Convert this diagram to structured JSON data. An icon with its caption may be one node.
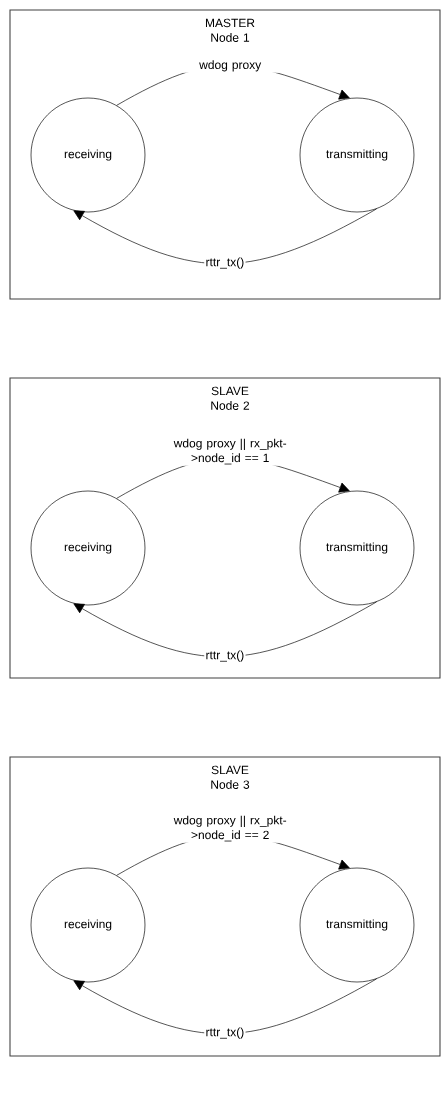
{
  "diagram": {
    "nodes": [
      {
        "text": [
          "MASTER Node 1"
        ]
      },
      {
        "text": [
          "receiving"
        ],
        "in": 0
      },
      {
        "text": [
          "transmitting"
        ],
        "in": 0
      },
      {
        "text": [
          "SLAVE Node 2"
        ]
      },
      {
        "text": [
          "receiving"
        ],
        "in": 3
      },
      {
        "text": [
          "transmitting"
        ],
        "in": 3
      },
      {
        "text": [
          "SLAVE Node 3"
        ]
      },
      {
        "text": [
          "receiving"
        ],
        "in": 6
      },
      {
        "text": [
          "transmitting"
        ],
        "in": 6
      }
    ],
    "edges": [
      {
        "from": 1,
        "to": 2,
        "arrow": "to",
        "label": "wdog proxy"
      },
      {
        "from": 2,
        "to": 1,
        "arrow": "to",
        "label": "rttr_tx()"
      },
      {
        "from": 4,
        "to": 5,
        "arrow": "to",
        "label": "wdog proxy || rx_pkt->node_id == 1"
      },
      {
        "from": 5,
        "to": 4,
        "arrow": "to",
        "label": "rttr_tx()"
      },
      {
        "from": 7,
        "to": 8,
        "arrow": "to",
        "label": "wdog proxy || rx_pkt->node_id == 2"
      },
      {
        "from": 8,
        "to": 7,
        "arrow": "to",
        "label": "rttr_tx()"
      }
    ]
  }
}
